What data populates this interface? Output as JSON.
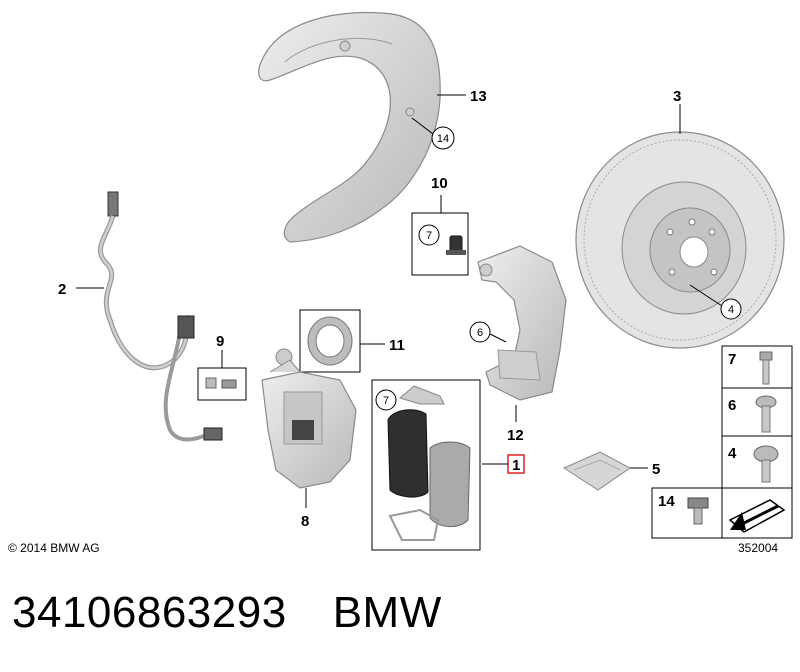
{
  "callouts": {
    "c1": "1",
    "c2": "2",
    "c3": "3",
    "c4": "4",
    "c5": "5",
    "c6": "6",
    "c7a": "7",
    "c7b": "7",
    "c8": "8",
    "c9": "9",
    "c10": "10",
    "c11": "11",
    "c12": "12",
    "c13": "13",
    "c14": "14",
    "legend": [
      {
        "number": "7"
      },
      {
        "number": "6"
      },
      {
        "number": "4"
      },
      {
        "number": "14"
      }
    ]
  },
  "copyright": "© 2014 BMW AG",
  "drawing_code": "352004",
  "caption": {
    "part_number": "34106863293",
    "brand": "BMW"
  },
  "colors": {
    "part_fill": "#d9d9d9",
    "part_stroke": "#8a8a8a",
    "highlight_box": "#e02020"
  }
}
